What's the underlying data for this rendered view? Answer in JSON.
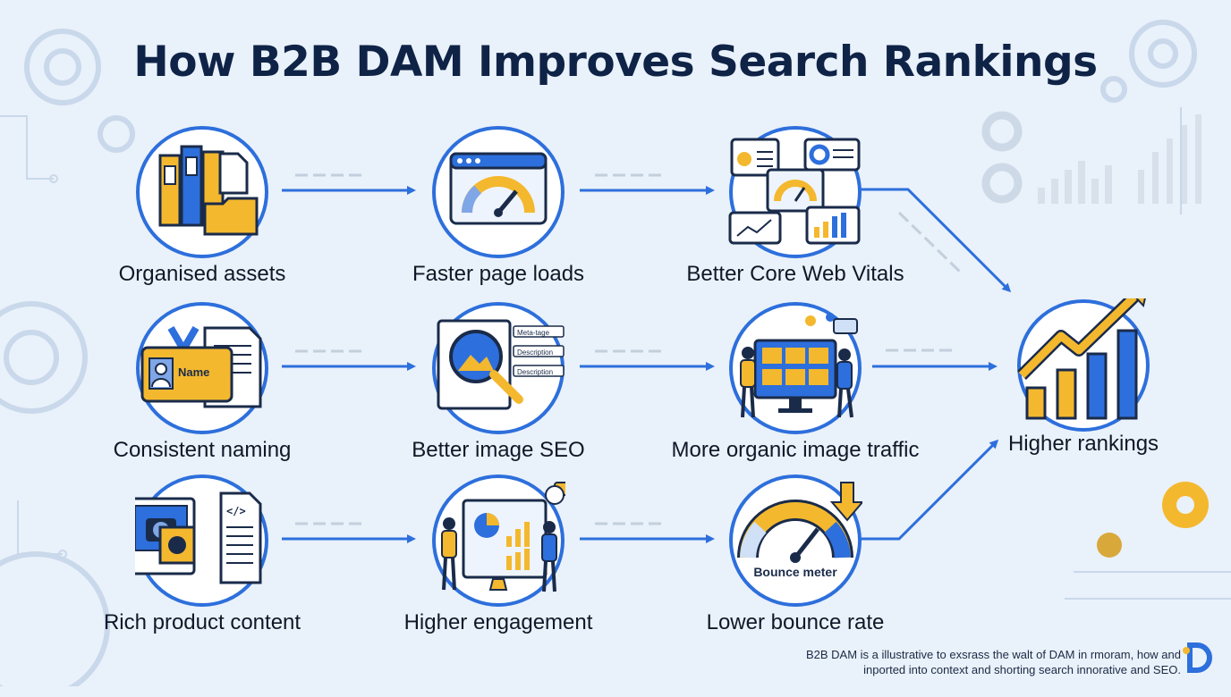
{
  "title": "How B2B DAM Improves Search Rankings",
  "colors": {
    "accent": "#2d6fdc",
    "yellow": "#f4b82e",
    "navy": "#0f2347",
    "background": "#e9f1fa"
  },
  "nodes": [
    {
      "id": "organised-assets",
      "label": "Organised assets",
      "icon": "folders-icon"
    },
    {
      "id": "faster-page-loads",
      "label": "Faster page loads",
      "icon": "speedometer-browser-icon"
    },
    {
      "id": "better-core-web-vitals",
      "label": "Better Core Web Vitals",
      "icon": "dashboard-icon"
    },
    {
      "id": "consistent-naming",
      "label": "Consistent naming",
      "icon": "id-badge-icon",
      "badge_text": "Name"
    },
    {
      "id": "better-image-seo",
      "label": "Better image SEO",
      "icon": "image-search-icon",
      "tags": [
        "Meta-tage",
        "Description",
        "Description"
      ]
    },
    {
      "id": "more-organic-image-traffic",
      "label": "More organic image traffic",
      "icon": "people-monitor-icon"
    },
    {
      "id": "rich-product-content",
      "label": "Rich product content",
      "icon": "product-content-icon",
      "code_text": "</>"
    },
    {
      "id": "higher-engagement",
      "label": "Higher engagement",
      "icon": "engagement-icon"
    },
    {
      "id": "lower-bounce-rate",
      "label": "Lower bounce rate",
      "icon": "bounce-meter-icon",
      "meter_text": "Bounce meter"
    },
    {
      "id": "higher-rankings",
      "label": "Higher rankings",
      "icon": "growth-chart-icon"
    }
  ],
  "footnote": "B2B DAM is a illustrative to exsrass the walt of DAM in rmoram, how and inported into context and shorting search innorative and SEO."
}
